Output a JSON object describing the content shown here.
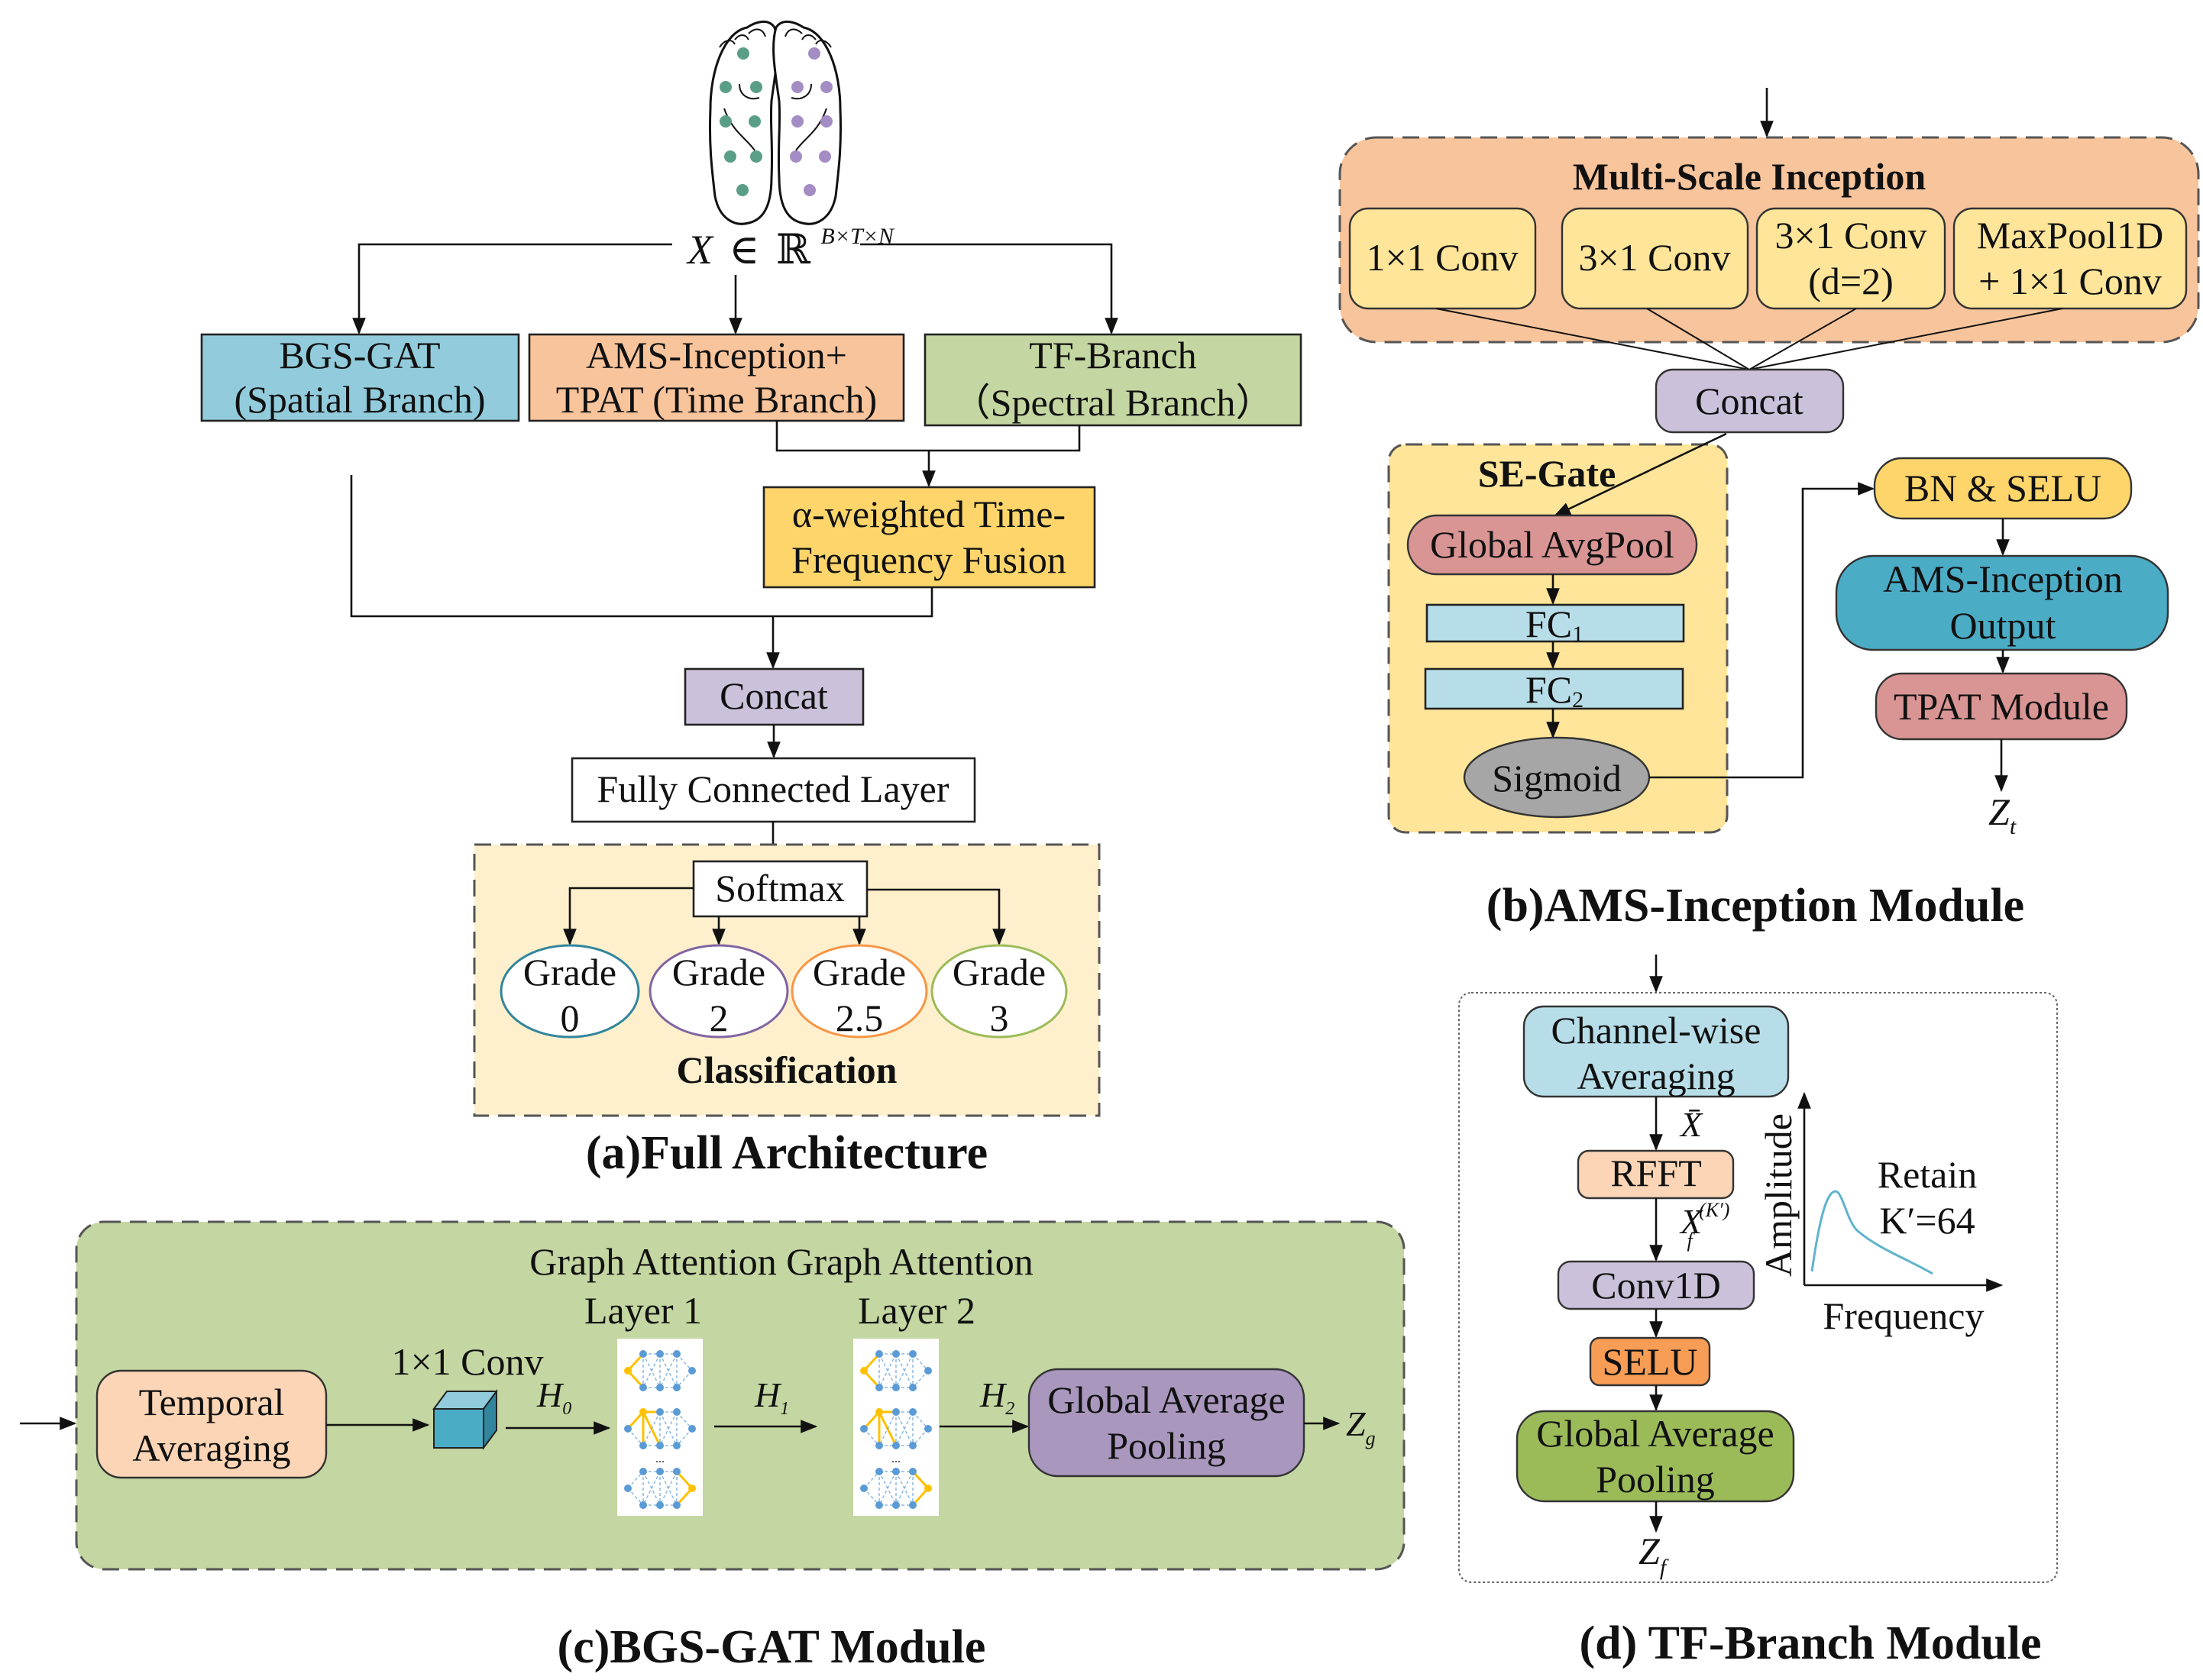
{
  "colors": {
    "spatial_blue": "#92ccdc",
    "time_orange": "#f8c49b",
    "spectral_green": "#c4d6a1",
    "fusion_yellow": "#fdd56a",
    "concat_purple": "#ccc1da",
    "class_bg": "#fef0cc",
    "grade0": "#31859c",
    "grade2": "#8064a2",
    "grade25": "#f79646",
    "grade3": "#9bbb59",
    "inception_bg": "#f8c49b",
    "conv_yellow": "#fee599",
    "se_bg": "#fee599",
    "avgpool_red": "#d99594",
    "fc_blue": "#b7dee8",
    "sigmoid_gray": "#a6a6a6",
    "bn_yellow": "#fdd56a",
    "ams_out_teal": "#4bacc6",
    "tpat_red": "#d99594",
    "gat_bg": "#c4d6a1",
    "temporal_peach": "#fbd5b5",
    "gap_purple": "#a997be",
    "cube_front": "#4bacc6",
    "channel_blue": "#b7dee8",
    "rfft_peach": "#fbd5b5",
    "conv1d_purple": "#ccc1da",
    "selu_orange": "#f79d56",
    "tf_gap_green": "#9bbb59",
    "curve_blue": "#5fb3cc",
    "left_foot_dot": "#5a9e87",
    "right_foot_dot": "#a48cc4",
    "graph_node": "#5b9bd5",
    "graph_highlight": "#ffc000"
  },
  "panel_a": {
    "input_label": {
      "var": "X",
      "op": "∈",
      "set": "ℝ",
      "sup": "B×T×N"
    },
    "branches": [
      {
        "line1": "BGS-GAT",
        "line2": "(Spatial Branch)"
      },
      {
        "line1": "AMS-Inception+",
        "line2": "TPAT (Time Branch)"
      },
      {
        "line1": "TF-Branch",
        "line2": "（Spectral Branch）"
      }
    ],
    "fusion": {
      "line1": "α-weighted Time-",
      "line2": "Frequency Fusion"
    },
    "concat": "Concat",
    "fc": "Fully Connected Layer",
    "softmax": "Softmax",
    "grades": [
      {
        "line1": "Grade",
        "line2": "0"
      },
      {
        "line1": "Grade",
        "line2": "2"
      },
      {
        "line1": "Grade",
        "line2": "2.5"
      },
      {
        "line1": "Grade",
        "line2": "3"
      }
    ],
    "classification": "Classification",
    "caption": "(a)Full Architecture"
  },
  "panel_b": {
    "inception_title": "Multi-Scale Inception",
    "convs": [
      {
        "line1": "1×1 Conv",
        "line2": ""
      },
      {
        "line1": "3×1 Conv",
        "line2": ""
      },
      {
        "line1": "3×1 Conv",
        "line2": "(d=2)"
      },
      {
        "line1": "MaxPool1D",
        "line2": "+ 1×1 Conv"
      }
    ],
    "concat": "Concat",
    "se_title": "SE-Gate",
    "avgpool": "Global AvgPool",
    "fc1": {
      "base": "FC",
      "sub": "1"
    },
    "fc2": {
      "base": "FC",
      "sub": "2"
    },
    "sigmoid": "Sigmoid",
    "bn_selu": "BN & SELU",
    "ams_output": {
      "line1": "AMS-Inception",
      "line2": "Output"
    },
    "tpat": "TPAT Module",
    "output": {
      "base": "Z",
      "sub": "t"
    },
    "caption": "(b)AMS-Inception Module"
  },
  "panel_c": {
    "temporal": {
      "line1": "Temporal",
      "line2": "Averaging"
    },
    "conv_label": "1×1 Conv",
    "gat_header": "Graph Attention Graph Attention",
    "layer1": "Layer 1",
    "layer2": "Layer 2",
    "h0": {
      "base": "H",
      "sub": "0"
    },
    "h1": {
      "base": "H",
      "sub": "1"
    },
    "h2": {
      "base": "H",
      "sub": "2"
    },
    "ellipsis": "...",
    "gap": {
      "line1": "Global Average",
      "line2": "Pooling"
    },
    "output": {
      "base": "Z",
      "sub": "g"
    },
    "caption": "(c)BGS-GAT Module"
  },
  "panel_d": {
    "channel_avg": {
      "line1": "Channel-wise",
      "line2": "Averaging"
    },
    "xbar": "X̄",
    "rfft": "RFFT",
    "xf": {
      "base": "X",
      "sub": "f",
      "sup": "(K′)"
    },
    "conv1d": "Conv1D",
    "selu": "SELU",
    "gap": {
      "line1": "Global Average",
      "line2": "Pooling"
    },
    "output": {
      "base": "Z",
      "sub": "f"
    },
    "plot": {
      "ylabel": "Amplitude",
      "xlabel": "Frequency",
      "note_line1": "Retain",
      "note_line2": "K′=64"
    },
    "caption": "(d) TF-Branch Module"
  }
}
